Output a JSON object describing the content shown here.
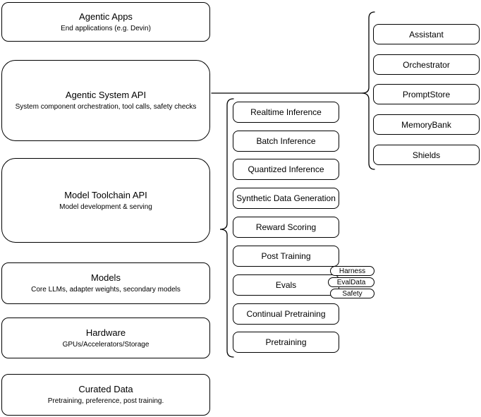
{
  "left_stack": [
    {
      "title": "Agentic Apps",
      "subtitle": "End applications (e.g. Devin)"
    },
    {
      "title": "Agentic System API",
      "subtitle": "System component orchestration, tool calls, safety checks"
    },
    {
      "title": "Model Toolchain API",
      "subtitle": "Model development & serving"
    },
    {
      "title": "Models",
      "subtitle": "Core LLMs, adapter weights, secondary models"
    },
    {
      "title": "Hardware",
      "subtitle": "GPUs/Accelerators/Storage"
    },
    {
      "title": "Curated Data",
      "subtitle": "Pretraining, preference, post training."
    }
  ],
  "toolchain_items": [
    "Realtime Inference",
    "Batch Inference",
    "Quantized Inference",
    "Synthetic Data Generation",
    "Reward Scoring",
    "Post Training",
    "Evals",
    "Continual Pretraining",
    "Pretraining"
  ],
  "evals_tags": [
    "Harness",
    "EvalData",
    "Safety"
  ],
  "system_components": [
    "Assistant",
    "Orchestrator",
    "PromptStore",
    "MemoryBank",
    "Shields"
  ],
  "colors": {
    "border": "#000000",
    "background": "#ffffff",
    "text": "#000000"
  }
}
